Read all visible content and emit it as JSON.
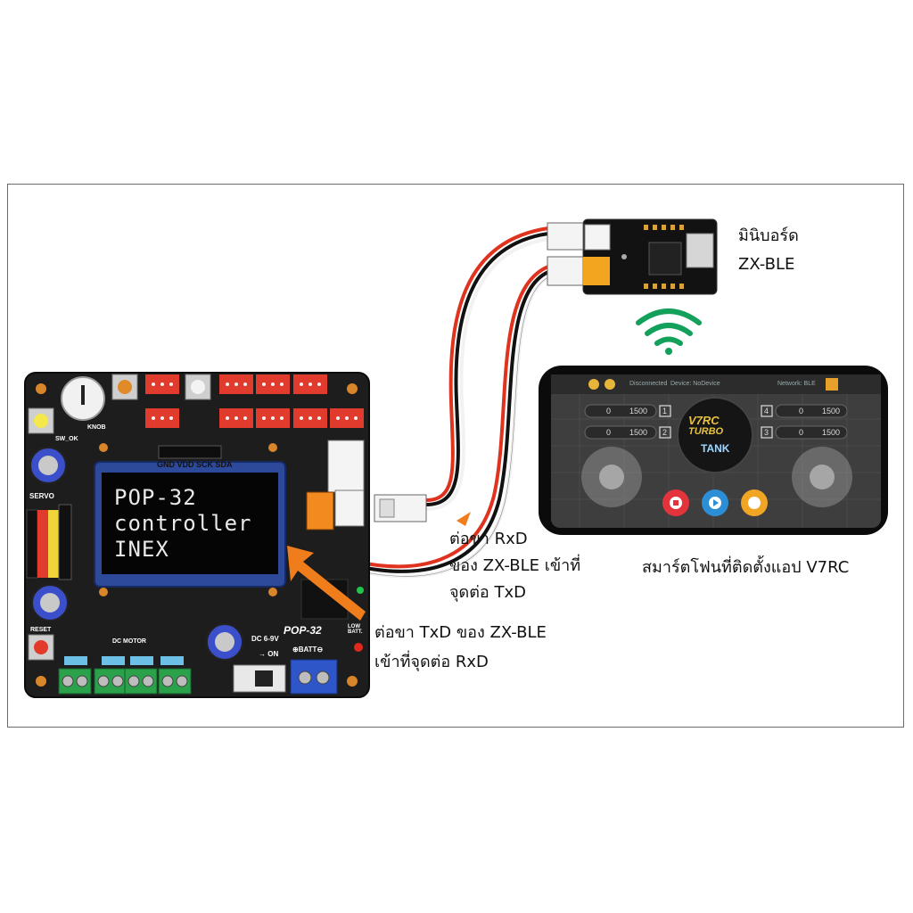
{
  "board": {
    "oled_lines": [
      "POP-32",
      "controller",
      "INEX"
    ],
    "header_label": "GND VDD SCK SDA",
    "servo_label": "SERVO",
    "knob_label": "KNOB",
    "sw_ok_label": "SW_OK",
    "reset_label": "RESET",
    "brand_logo": "POP-32",
    "dc_label": "DC 6-9V",
    "on_label": "→ ON",
    "batt_label": "⊕BATT⊖",
    "low_batt_label": "LOW BATT.",
    "motor_label": "DC MOTOR"
  },
  "module": {
    "title_line1": "มินิบอร์ด",
    "title_line2": "ZX-BLE"
  },
  "annotations": {
    "rxd_line1": "ต่อขา RxD",
    "rxd_line2": "ของ ZX-BLE เข้าที่",
    "rxd_line3": "จุดต่อ TxD",
    "txd_line1": "ต่อขา TxD ของ ZX-BLE",
    "txd_line2": "เข้าที่จุดต่อ RxD",
    "phone_caption": "สมาร์ตโฟนที่ติดตั้งแอป V7RC"
  },
  "phone": {
    "status": "Disconnected",
    "device": "Device: NoDevice",
    "protocol": "Network: BLE",
    "logo_top": "V7RC",
    "logo_mid": "TURBO",
    "mode": "TANK",
    "values": [
      "0",
      "1500",
      "0",
      "1500",
      "0",
      "1500",
      "0",
      "1500"
    ],
    "channels": [
      "1",
      "2",
      "3",
      "4"
    ]
  },
  "colors": {
    "board": "#1d1d1d",
    "wire_red": "#e0331f",
    "wire_black": "#111111",
    "wire_white": "#f2f2f2",
    "wifi": "#12a05a",
    "arrow": "#f07d1c"
  }
}
